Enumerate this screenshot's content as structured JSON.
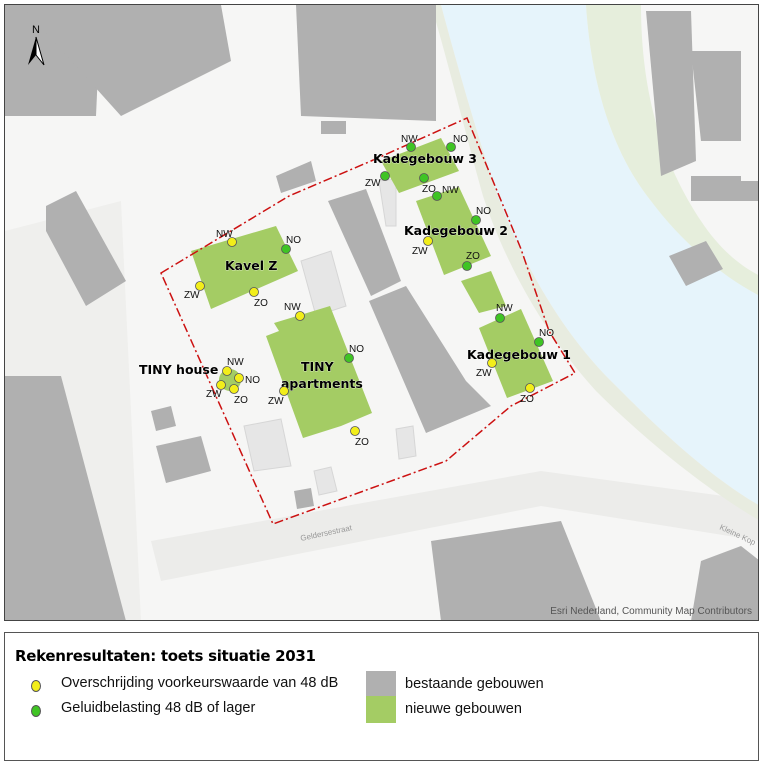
{
  "map": {
    "north_arrow_label": "N",
    "street_labels": [
      "Geldersestraat",
      "Kleine Kop"
    ],
    "attribution": "Esri Nederland, Community Map Contributors",
    "colors": {
      "water": "#e6f4fb",
      "background": "#f6f6f5",
      "existing_building": "#b0b0b0",
      "new_building": "#a4cc64",
      "plan_boundary": "#cc1111",
      "exceeds_point": "#f2ee1a",
      "ok_point": "#3fc424"
    },
    "buildings": [
      {
        "name": "Kadegebouw 3",
        "points": [
          {
            "label": "NW",
            "status": "ok"
          },
          {
            "label": "NO",
            "status": "ok"
          },
          {
            "label": "ZW",
            "status": "ok"
          },
          {
            "label": "ZO",
            "status": "ok"
          }
        ]
      },
      {
        "name": "Kadegebouw 2",
        "points": [
          {
            "label": "NW",
            "status": "ok"
          },
          {
            "label": "NO",
            "status": "ok"
          },
          {
            "label": "ZW",
            "status": "exceeds"
          },
          {
            "label": "ZO",
            "status": "ok"
          }
        ]
      },
      {
        "name": "Kavel Z",
        "points": [
          {
            "label": "NW",
            "status": "exceeds"
          },
          {
            "label": "NO",
            "status": "ok"
          },
          {
            "label": "ZW",
            "status": "exceeds"
          },
          {
            "label": "ZO",
            "status": "exceeds"
          }
        ]
      },
      {
        "name": "TINY house",
        "points": [
          {
            "label": "NW",
            "status": "exceeds"
          },
          {
            "label": "NO",
            "status": "exceeds"
          },
          {
            "label": "ZW",
            "status": "exceeds"
          },
          {
            "label": "ZO",
            "status": "exceeds"
          }
        ]
      },
      {
        "name": "TINY apartments",
        "points": [
          {
            "label": "NW",
            "status": "exceeds"
          },
          {
            "label": "NO",
            "status": "ok"
          },
          {
            "label": "ZW",
            "status": "exceeds"
          },
          {
            "label": "ZO",
            "status": "exceeds"
          }
        ]
      },
      {
        "name": "Kadegebouw 1",
        "points": [
          {
            "label": "NW",
            "status": "ok"
          },
          {
            "label": "NO",
            "status": "ok"
          },
          {
            "label": "ZW",
            "status": "exceeds"
          },
          {
            "label": "ZO",
            "status": "exceeds"
          }
        ]
      }
    ]
  },
  "legend": {
    "title": "Rekenresultaten: toets situatie 2031",
    "items": [
      {
        "label": "Overschrijding voorkeurswaarde van 48 dB",
        "symbol": "yellow-dot"
      },
      {
        "label": "Geluidbelasting 48 dB of lager",
        "symbol": "green-dot"
      },
      {
        "label": "bestaande gebouwen",
        "symbol": "grey-box"
      },
      {
        "label": "nieuwe gebouwen",
        "symbol": "green-box"
      }
    ]
  }
}
